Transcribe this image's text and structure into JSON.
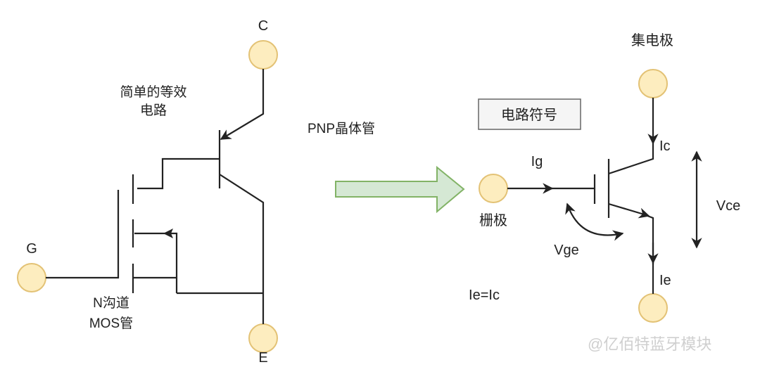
{
  "left": {
    "terminal_c": "C",
    "terminal_g": "G",
    "terminal_e": "E",
    "caption_equiv_line1": "简单的等效",
    "caption_equiv_line2": "电路",
    "caption_mos_line1": "N沟道",
    "caption_mos_line2": "MOS管",
    "caption_pnp": "PNP晶体管"
  },
  "right": {
    "box_label": "电路符号",
    "collector_label": "集电极",
    "gate_label": "栅极",
    "ig": "Ig",
    "ic": "Ic",
    "ie": "Ie",
    "vce": "Vce",
    "vge": "Vge",
    "equation": "Ie=Ic"
  },
  "watermark": "@亿佰特蓝牙模块",
  "colors": {
    "node_fill": "#fdedbf",
    "node_stroke": "#e3c275",
    "arrow_fill": "#d5e8d4",
    "arrow_stroke": "#82b366",
    "box_fill": "#f5f5f5",
    "box_stroke": "#666666"
  }
}
